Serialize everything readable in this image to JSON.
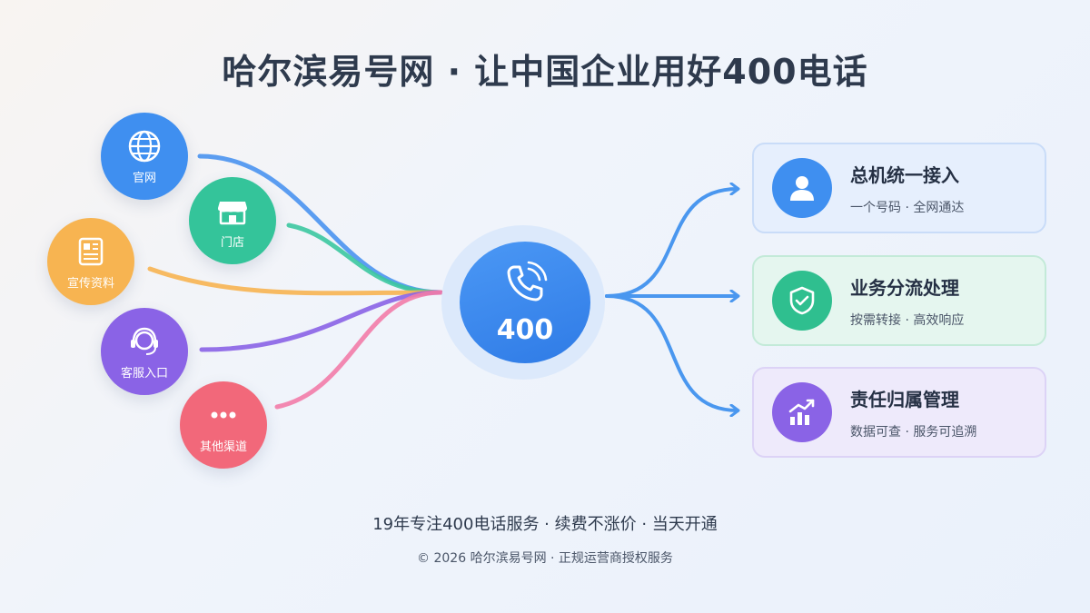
{
  "title": "哈尔滨易号网 · 让中国企业用好400电话",
  "sources": [
    {
      "label": "官网",
      "icon": "globe-icon",
      "color": "#3f8ff0"
    },
    {
      "label": "门店",
      "icon": "store-icon",
      "color": "#34c49a"
    },
    {
      "label": "宣传资料",
      "icon": "brochure-icon",
      "color": "#f7b451"
    },
    {
      "label": "客服入口",
      "icon": "headset-icon",
      "color": "#8a63e6"
    },
    {
      "label": "其他渠道",
      "icon": "more-icon",
      "color": "#f2687a"
    }
  ],
  "hub": {
    "number": "400",
    "icon": "phone-icon",
    "color": "#3a8bf0"
  },
  "features": [
    {
      "title": "总机统一接入",
      "subtitle": "一个号码 · 全网通达",
      "icon": "user-icon",
      "color": "#3f8ff0",
      "bg": "#e6effd",
      "border": "#c9dcf8"
    },
    {
      "title": "业务分流处理",
      "subtitle": "按需转接 · 高效响应",
      "icon": "shield-check-icon",
      "color": "#2fbf8f",
      "bg": "#e5f6ef",
      "border": "#c3ead8"
    },
    {
      "title": "责任归属管理",
      "subtitle": "数据可查 · 服务可追溯",
      "icon": "chart-up-icon",
      "color": "#8a63e6",
      "bg": "#eeeafb",
      "border": "#dcd3f6"
    }
  ],
  "footer": {
    "tagline": "19年专注400电话服务 · 续费不涨价 · 当天开通",
    "copyright": "© 2026 哈尔滨易号网 · 正规运营商授权服务"
  }
}
